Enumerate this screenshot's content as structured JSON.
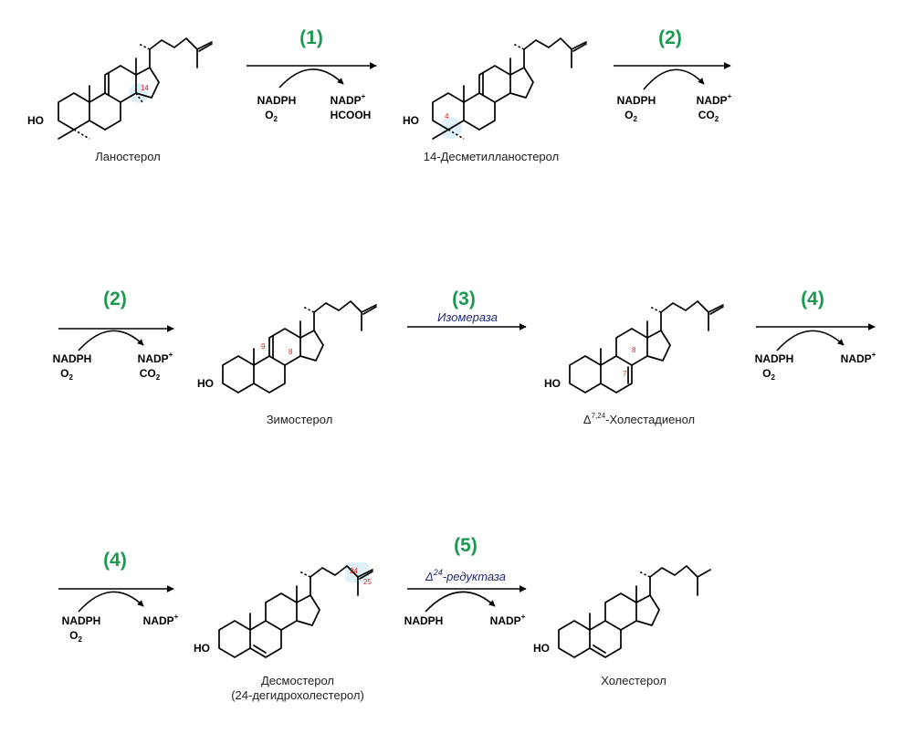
{
  "compounds": {
    "lanosterol": "Ланостерол",
    "demethyl": "14-Десметилланостерол",
    "zymosterol": "Зимостерол",
    "delta": "Δ",
    "delta_sup": "7,24",
    "cholestadienol": "-Холестадиенол",
    "desmosterol": "Десмостерол",
    "desmosterol_alt": "(24-дегидрохолестерол)",
    "cholesterol": "Холестерол",
    "ho": "HO"
  },
  "steps": {
    "s1": "(1)",
    "s2": "(2)",
    "s3": "(3)",
    "s4": "(4)",
    "s5": "(5)"
  },
  "enzymes": {
    "isomerase": "Изомераза",
    "reductase_delta": "Δ",
    "reductase_sup": "24",
    "reductase": "-редуктаза"
  },
  "cofactors": {
    "nadph": "NADPH",
    "o": "O",
    "two": "2",
    "nadp": "NADP",
    "plus": "+",
    "hcooh": "HCOOH",
    "co": "CO"
  },
  "atom_numbers": {
    "c14": "14",
    "c4": "4",
    "c9": "9",
    "c8": "8",
    "c7": "7",
    "c24": "24",
    "c25": "25"
  }
}
